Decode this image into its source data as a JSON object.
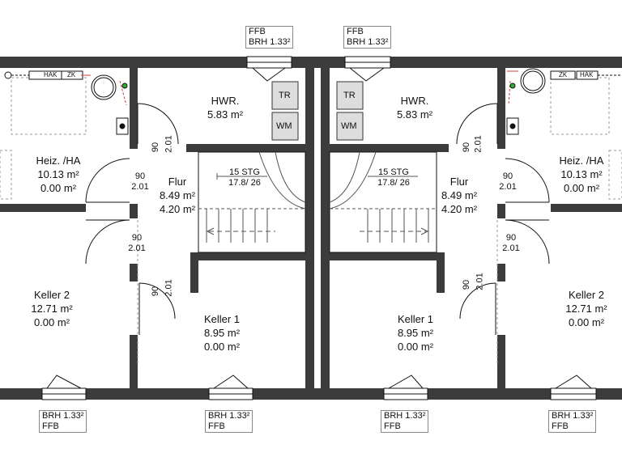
{
  "rooms": {
    "hwr_left": {
      "name": "HWR.",
      "area": "5.83 m²"
    },
    "hwr_right": {
      "name": "HWR.",
      "area": "5.83 m²"
    },
    "heiz_left": {
      "name": "Heiz. /HA",
      "area": "10.13 m²",
      "area2": "0.00 m²"
    },
    "heiz_right": {
      "name": "Heiz. /HA",
      "area": "10.13 m²",
      "area2": "0.00 m²"
    },
    "flur_left": {
      "name": "Flur",
      "area": "8.49 m²",
      "area2": "4.20 m²"
    },
    "flur_right": {
      "name": "Flur",
      "area": "8.49 m²",
      "area2": "4.20 m²"
    },
    "keller2_left": {
      "name": "Keller 2",
      "area": "12.71 m²",
      "area2": "0.00 m²"
    },
    "keller2_right": {
      "name": "Keller 2",
      "area": "12.71 m²",
      "area2": "0.00 m²"
    },
    "keller1_left": {
      "name": "Keller 1",
      "area": "8.95 m²",
      "area2": "0.00 m²"
    },
    "keller1_right": {
      "name": "Keller 1",
      "area": "8.95 m²",
      "area2": "0.00 m²"
    }
  },
  "stairs": {
    "left": {
      "line1": "15 STG",
      "line2": "17.8/ 26"
    },
    "right": {
      "line1": "15 STG",
      "line2": "17.8/ 26"
    }
  },
  "appliances": {
    "dryer": "TR",
    "washer": "WM",
    "hak": "HAK",
    "zk": "ZK"
  },
  "doors": {
    "width": "90",
    "height": "2.01"
  },
  "windows": {
    "ffb": "FFB",
    "brh": "BRH 1.33²"
  },
  "colors": {
    "wall": "#3c3c3c",
    "line": "#111111",
    "grid": "#cfcfcf",
    "marker": "#d04040"
  }
}
